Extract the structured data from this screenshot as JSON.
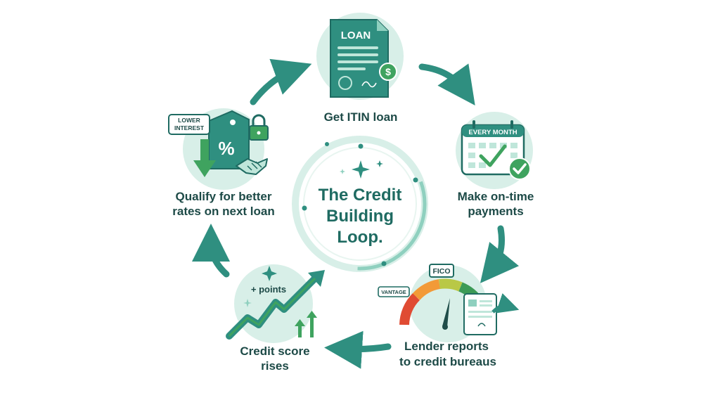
{
  "title": {
    "line1": "The Credit",
    "line2": "Building",
    "line3": "Loop."
  },
  "steps": [
    {
      "line1": "Get ITIN loan",
      "line2": ""
    },
    {
      "line1": "Make on-time",
      "line2": "payments"
    },
    {
      "line1": "Lender reports",
      "line2": "to credit bureaus"
    },
    {
      "line1": "Credit score",
      "line2": "rises"
    },
    {
      "line1": "Qualify for better",
      "line2": "rates on next loan"
    }
  ],
  "icons": {
    "loan_doc_label": "LOAN",
    "dollar_symbol": "$",
    "calendar_label": "EVERY MONTH",
    "gauge_top_label": "FICO",
    "gauge_side_label": "VANTAGE",
    "points_label": "+ points",
    "interest_label_line1": "LOWER",
    "interest_label_line2": "INTEREST",
    "percent_symbol": "%"
  },
  "colors": {
    "teal_dark": "#1f6b62",
    "teal": "#2f8f80",
    "teal_light": "#d8efe8",
    "green": "#3fa35f",
    "text": "#1d4a47",
    "gauge_red": "#e04b33",
    "gauge_orange": "#f29a38",
    "gauge_yellow": "#b9c846",
    "gauge_green": "#3c9a56"
  }
}
